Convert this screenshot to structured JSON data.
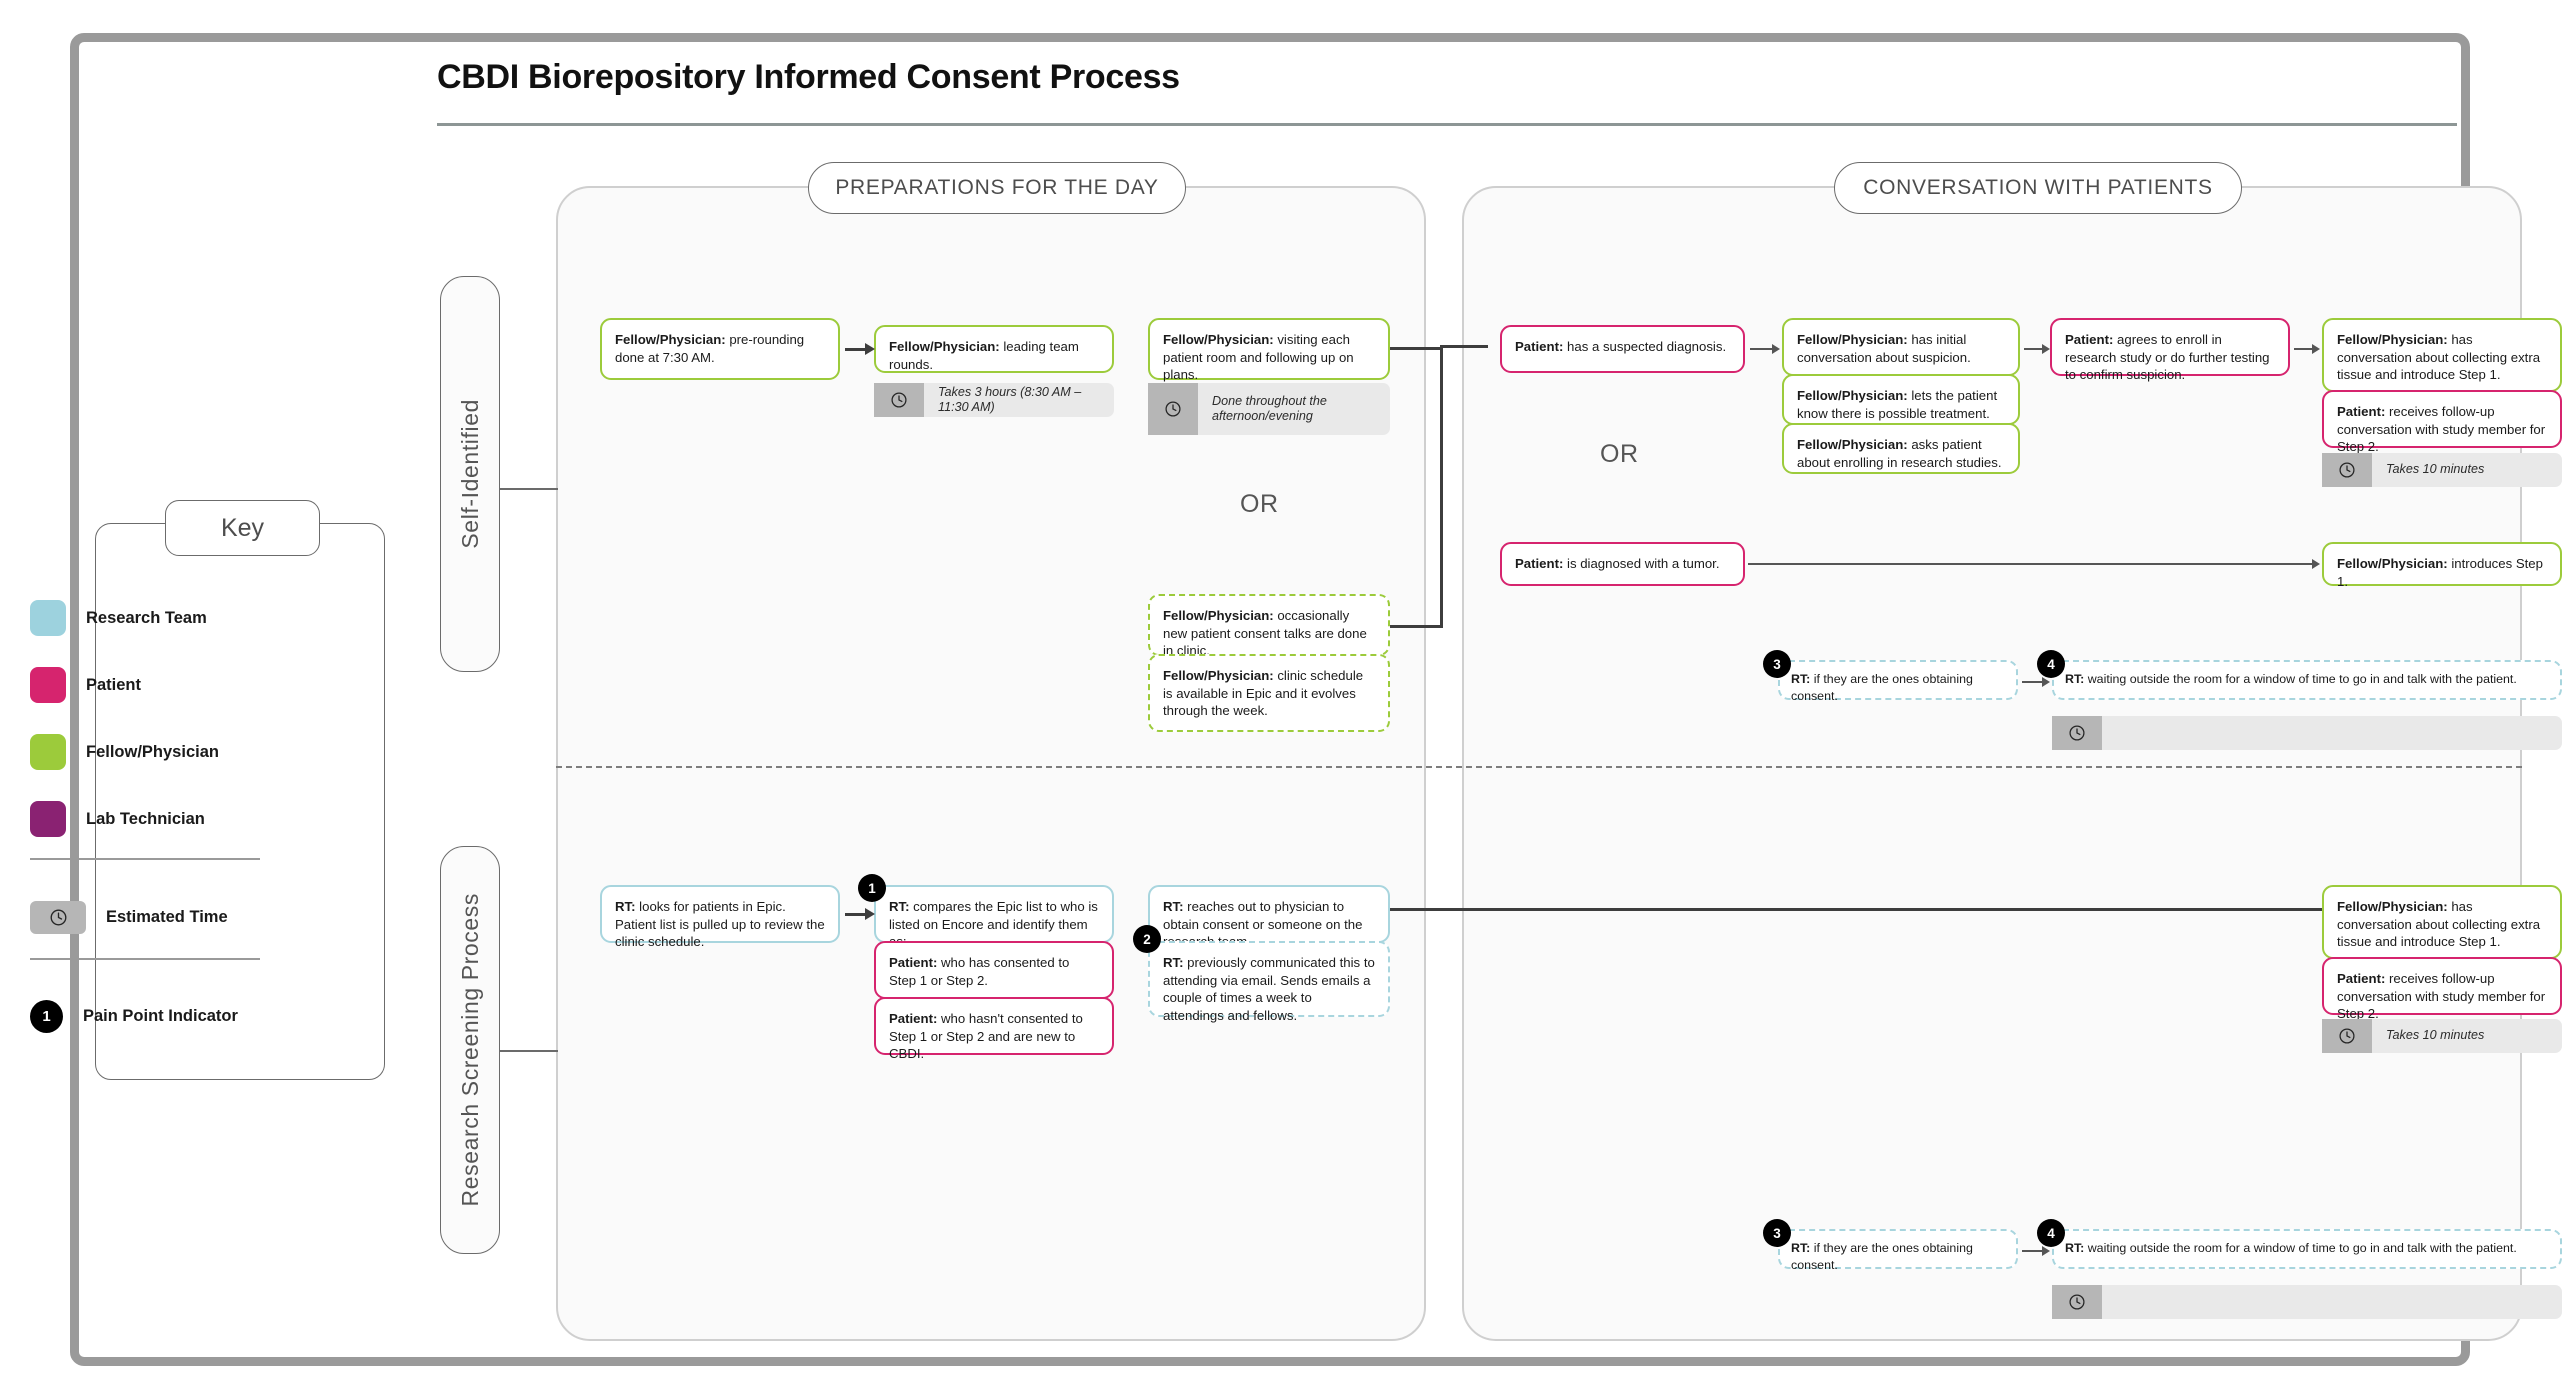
{
  "page": {
    "title": "CBDI Biorepository Informed Consent Process"
  },
  "key": {
    "title": "Key",
    "items": [
      {
        "label": "Research Team",
        "color": "#9dd2de"
      },
      {
        "label": "Patient",
        "color": "#d6246e"
      },
      {
        "label": "Fellow/Physician",
        "color": "#9ccb3b"
      },
      {
        "label": "Lab Technician",
        "color": "#8a2272"
      }
    ],
    "estimated_time": {
      "label": "Estimated Time",
      "icon": "clock-icon"
    },
    "pain_point": {
      "label": "Pain Point Indicator",
      "number": "1"
    }
  },
  "lanes": [
    {
      "id": "self-identified",
      "label": "Self-Identified"
    },
    {
      "id": "research-screening",
      "label": "Research Screening Process"
    }
  ],
  "panels": [
    {
      "id": "preparations",
      "label": "PREPARATIONS FOR THE DAY"
    },
    {
      "id": "conversation",
      "label": "CONVERSATION WITH PATIENTS"
    }
  ],
  "or_labels": [
    "OR",
    "OR"
  ],
  "nodes": {
    "prep_self_1": {
      "role": "Fellow/Physician:",
      "text": " pre-rounding done at 7:30 AM."
    },
    "prep_self_2": {
      "role": "Fellow/Physician:",
      "text": " leading team rounds."
    },
    "prep_self_2_time": "Takes 3 hours (8:30 AM – 11:30 AM)",
    "prep_self_3": {
      "role": "Fellow/Physician:",
      "text": " visiting each patient room and following up on plans."
    },
    "prep_self_3_time": "Done throughout the afternoon/evening",
    "prep_self_4a": {
      "role": "Fellow/Physician:",
      "text": " occasionally new patient consent talks are done in clinic."
    },
    "prep_self_4b": {
      "role": "Fellow/Physician:",
      "text": " clinic schedule is available in Epic and it evolves through the week."
    },
    "prep_res_1": {
      "role": "RT:",
      "text": " looks for patients in Epic. Patient list is pulled up to review the clinic schedule."
    },
    "prep_res_2a": {
      "role": "RT:",
      "text": " compares the Epic list to who is listed on Encore and identify them as:"
    },
    "prep_res_2b": {
      "role": "Patient:",
      "text": " who has consented to Step 1 or Step 2."
    },
    "prep_res_2c": {
      "role": "Patient:",
      "text": " who hasn't consented to Step 1 or Step 2 and are new to CBDI."
    },
    "prep_res_3a": {
      "role": "RT:",
      "text": " reaches out to physician to obtain consent or someone on the research team."
    },
    "prep_res_3b": {
      "role": "RT:",
      "text": " previously communicated this to attending via email. Sends emails a couple of times a week to attendings and fellows."
    },
    "conv_self_1": {
      "role": "Patient:",
      "text": " has a suspected diagnosis."
    },
    "conv_self_2a": {
      "role": "Fellow/Physician:",
      "text": " has initial conversation about suspicion."
    },
    "conv_self_2b": {
      "role": "Fellow/Physician:",
      "text": " lets the patient know there is possible treatment."
    },
    "conv_self_2c": {
      "role": "Fellow/Physician:",
      "text": " asks patient about enrolling in research studies."
    },
    "conv_self_3": {
      "role": "Patient:",
      "text": " agrees to enroll in research study or do further testing to confirm suspicion."
    },
    "conv_self_4a": {
      "role": "Fellow/Physician:",
      "text": " has conversation about collecting extra tissue and introduce Step 1."
    },
    "conv_self_4b": {
      "role": "Patient:",
      "text": " receives follow-up conversation with study member for Step 2."
    },
    "conv_self_4_time": "Takes 10 minutes",
    "conv_self_5": {
      "role": "Patient:",
      "text": " is diagnosed with a tumor."
    },
    "conv_self_6": {
      "role": "Fellow/Physician:",
      "text": " introduces Step 1."
    },
    "conv_self_7": {
      "role": "RT:",
      "text": " if they are the ones obtaining consent."
    },
    "conv_self_8": {
      "role": "RT:",
      "text": " waiting outside the room for a window of time to go in and talk with the patient."
    },
    "conv_self_8_time": "",
    "conv_res_1a": {
      "role": "Fellow/Physician:",
      "text": " has conversation about collecting extra tissue and introduce Step 1."
    },
    "conv_res_1b": {
      "role": "Patient:",
      "text": " receives follow-up conversation with study member for Step 2."
    },
    "conv_res_1_time": "Takes 10 minutes",
    "conv_res_2": {
      "role": "RT:",
      "text": " if they are the ones obtaining consent."
    },
    "conv_res_3": {
      "role": "RT:",
      "text": " waiting outside the room for a window of time to go in and talk with the patient."
    },
    "conv_res_3_time": ""
  },
  "pain_points": [
    {
      "id": "pp1",
      "number": "1"
    },
    {
      "id": "pp2",
      "number": "2"
    },
    {
      "id": "pp3",
      "number": "3"
    },
    {
      "id": "pp4",
      "number": "4"
    },
    {
      "id": "pp3b",
      "number": "3"
    },
    {
      "id": "pp4b",
      "number": "4"
    }
  ],
  "colors": {
    "research_team": "#9dd2de",
    "patient": "#d6246e",
    "fellow_physician": "#9ccb3b",
    "lab_technician": "#8a2272",
    "frame": "#9a9a9a",
    "panel_bg": "#fafafa"
  }
}
